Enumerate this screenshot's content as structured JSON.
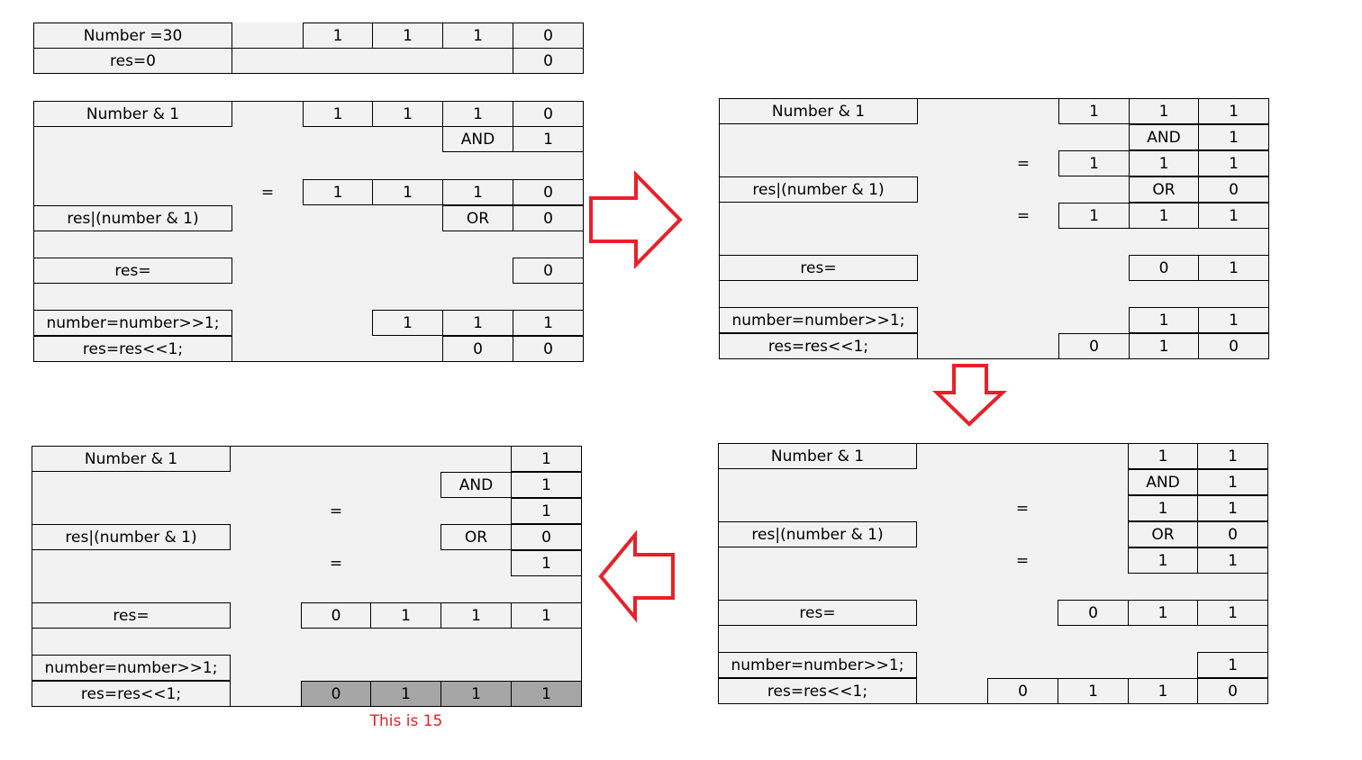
{
  "colors": {
    "panel_bg": "#f2f2f2",
    "cell_border": "#000000",
    "highlight_cell": "#a6a6a6",
    "arrow": "#e8202a",
    "caption": "#e8202a"
  },
  "icons": [
    "arrow-right-icon",
    "arrow-down-icon",
    "arrow-left-icon"
  ],
  "init": {
    "number_label": "Number =30",
    "number_bits": [
      "1",
      "1",
      "1",
      "0"
    ],
    "res_label": "res=0",
    "res_bit": "0"
  },
  "step1": {
    "and_label": "Number & 1",
    "number_bits": [
      "1",
      "1",
      "1",
      "0"
    ],
    "and_op": "AND",
    "and_operand": "1",
    "eq": "=",
    "and_result": [
      "1",
      "1",
      "1",
      "0"
    ],
    "or_label": "res|(number & 1)",
    "or_op": "OR",
    "or_operand": "0",
    "res_label": "res=",
    "res_bits": [
      "0"
    ],
    "shift_number_label": "number=number>>1;",
    "shifted_number": [
      "1",
      "1",
      "1"
    ],
    "shift_res_label": "res=res<<1;",
    "shifted_res": [
      "0",
      "0"
    ]
  },
  "step2": {
    "and_label": "Number & 1",
    "number_bits": [
      "1",
      "1",
      "1"
    ],
    "and_op": "AND",
    "and_operand": "1",
    "eq1": "=",
    "and_result": [
      "1",
      "1",
      "1"
    ],
    "or_label": "res|(number & 1)",
    "or_op": "OR",
    "or_operand": "0",
    "eq2": "=",
    "or_result": [
      "1",
      "1",
      "1"
    ],
    "res_label": "res=",
    "res_bits": [
      "0",
      "1"
    ],
    "shift_number_label": "number=number>>1;",
    "shifted_number": [
      "1",
      "1"
    ],
    "shift_res_label": "res=res<<1;",
    "shifted_res": [
      "0",
      "1",
      "0"
    ]
  },
  "step3": {
    "and_label": "Number & 1",
    "number_bits": [
      "1",
      "1"
    ],
    "and_op": "AND",
    "and_operand": "1",
    "eq1": "=",
    "and_result": [
      "1",
      "1"
    ],
    "or_label": "res|(number & 1)",
    "or_op": "OR",
    "or_operand": "0",
    "eq2": "=",
    "or_result": [
      "1",
      "1"
    ],
    "res_label": "res=",
    "res_bits": [
      "0",
      "1",
      "1"
    ],
    "shift_number_label": "number=number>>1;",
    "shifted_number": [
      "1"
    ],
    "shift_res_label": "res=res<<1;",
    "shifted_res": [
      "0",
      "1",
      "1",
      "0"
    ]
  },
  "step4": {
    "and_label": "Number & 1",
    "number_bit": "1",
    "and_op": "AND",
    "and_operand": "1",
    "eq1": "=",
    "and_result": "1",
    "or_label": "res|(number & 1)",
    "or_op": "OR",
    "or_operand": "0",
    "eq2": "=",
    "or_result": "1",
    "res_label": "res=",
    "res_bits": [
      "0",
      "1",
      "1",
      "1"
    ],
    "shift_number_label": "number=number>>1;",
    "shift_res_label": "res=res<<1;",
    "final_bits": [
      "0",
      "1",
      "1",
      "1"
    ],
    "caption": "This is 15"
  }
}
